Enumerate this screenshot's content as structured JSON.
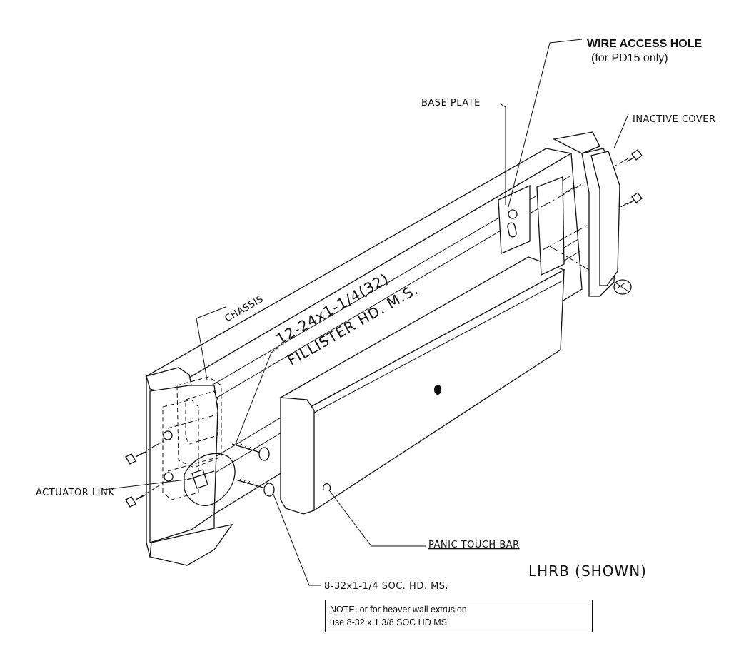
{
  "labels": {
    "wire_access_hole": "WIRE ACCESS HOLE",
    "wire_access_hole_sub": "(for PD15 only)",
    "base_plate": "BASE PLATE",
    "inactive_cover": "INACTIVE COVER",
    "chassis": "CHASSIS",
    "screw_spec_1": "12-24x1-1/4(32)",
    "screw_spec_2": "FILLISTER HD. M.S.",
    "actuator_link": "ACTUATOR LINK",
    "panic_touch_bar": "PANIC TOUCH BAR",
    "hand_of_door": "LHRB (SHOWN)",
    "soc_screw": "8-32x1-1/4 SOC. HD. MS."
  },
  "note": {
    "line1": "NOTE: or for heaver wall extrusion",
    "line2": "use 8-32 x 1 3/8 SOC HD MS"
  }
}
